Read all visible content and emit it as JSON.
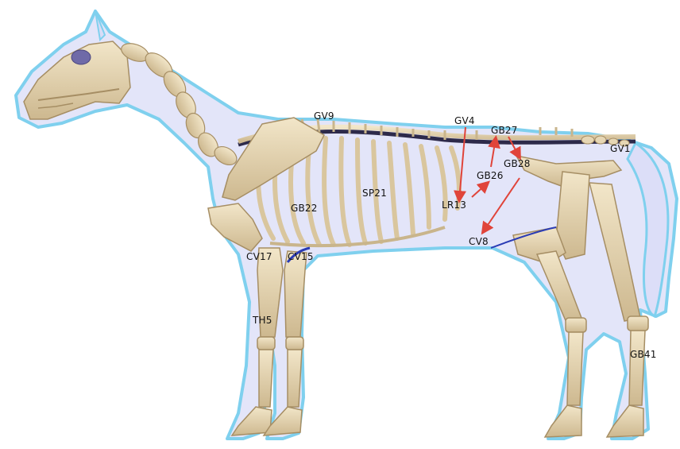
{
  "diagram": {
    "points": [
      {
        "id": "gv9",
        "label": "GV9"
      },
      {
        "id": "gv4",
        "label": "GV4"
      },
      {
        "id": "gb27",
        "label": "GB27"
      },
      {
        "id": "gv1",
        "label": "GV1"
      },
      {
        "id": "gb28",
        "label": "GB28"
      },
      {
        "id": "gb26",
        "label": "GB26"
      },
      {
        "id": "sp21",
        "label": "SP21"
      },
      {
        "id": "gb22",
        "label": "GB22"
      },
      {
        "id": "lr13",
        "label": "LR13"
      },
      {
        "id": "cv8",
        "label": "CV8"
      },
      {
        "id": "cv17",
        "label": "CV17"
      },
      {
        "id": "cv15",
        "label": "CV15"
      },
      {
        "id": "th5",
        "label": "TH5"
      },
      {
        "id": "gb41",
        "label": "GB41"
      }
    ],
    "colors": {
      "body_fill": "#d9dcf7",
      "body_outline": "#7fd0ee",
      "bone": "#e6d6b4",
      "bone_shadow": "#b9a27a",
      "arrow": "#e0443a",
      "label_text": "#111111"
    }
  }
}
